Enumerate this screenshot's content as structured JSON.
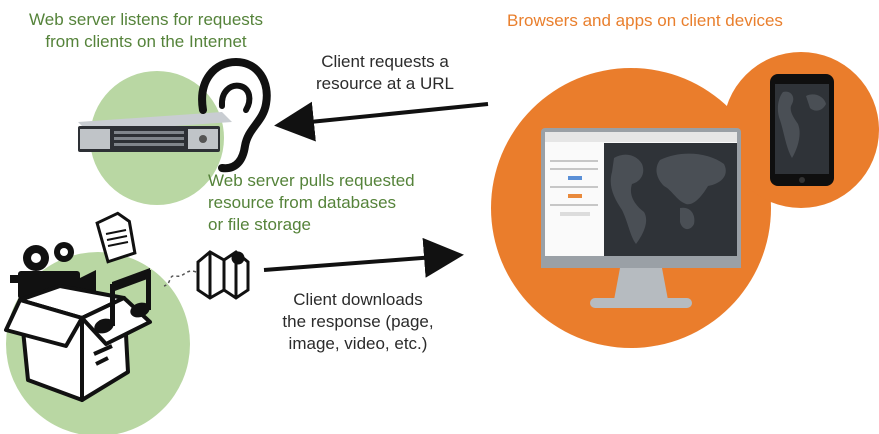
{
  "colors": {
    "green_text": "#55833a",
    "green_circle": "#b9d7a3",
    "orange_text": "#e97f2d",
    "orange_circle": "#ea7d2c",
    "arrow": "#111111",
    "device_frame": "#9aa0a6"
  },
  "labels": {
    "server_listens": [
      "Web server listens for requests",
      "from clients on the Internet"
    ],
    "client_devices": "Browsers and apps on client devices",
    "client_requests": [
      "Client requests a",
      "resource at a URL"
    ],
    "server_pulls": [
      "Web server pulls requested",
      "resource from databases",
      "or file storage"
    ],
    "client_downloads": [
      "Client downloads",
      "the response (page,",
      "image, video, etc.)"
    ]
  },
  "icons": [
    "rack-server-icon",
    "ear-icon",
    "film-camera-icon",
    "document-icon",
    "music-notes-icon",
    "map-icon",
    "box-icon",
    "desktop-monitor-icon",
    "smartphone-icon"
  ]
}
